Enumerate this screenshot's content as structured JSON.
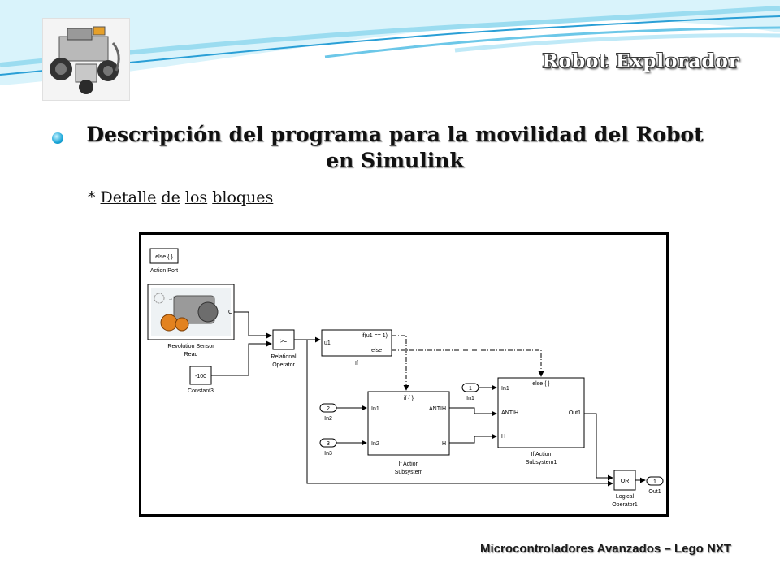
{
  "header": {
    "brand_title": "Robot Explorador"
  },
  "slide": {
    "heading_line1": "Descripción del programa para la movilidad del Robot",
    "heading_line2": "en Simulink",
    "sub_prefix": "* ",
    "sub_words": [
      "Detalle",
      "de",
      "los",
      "bloques"
    ]
  },
  "diagram": {
    "action_port": {
      "block": "else { }",
      "caption": "Action Port"
    },
    "rev_sensor": {
      "port": "C",
      "caption1": "Revolution Sensor",
      "caption2": "Read"
    },
    "constant": {
      "value": "-100",
      "caption": "Constant3"
    },
    "relational": {
      "op": ">=",
      "caption1": "Relational",
      "caption2": "Operator"
    },
    "if_block": {
      "in": "u1",
      "cond": "if(u1 == 1)",
      "else": "else",
      "caption": "If"
    },
    "if_action": {
      "title": "if { }",
      "in1": "In1",
      "in2": "In2",
      "out_antih": "ANTIH",
      "out_h": "H",
      "caption1": "If Action",
      "caption2": "Subsystem"
    },
    "if_action1": {
      "title": "else { }",
      "in1": "In1",
      "antih": "ANTIH",
      "h": "H",
      "out1": "Out1",
      "caption1": "If Action",
      "caption2": "Subsystem1"
    },
    "inport_in2": {
      "num": "2",
      "caption": "In2"
    },
    "inport_in3": {
      "num": "3",
      "caption": "In3"
    },
    "inport_in1": {
      "num": "1",
      "caption": "In1"
    },
    "logical": {
      "op": "OR",
      "caption1": "Logical",
      "caption2": "Operator1"
    },
    "outport": {
      "num": "1",
      "caption": "Out1"
    }
  },
  "footer": {
    "text": "Microcontroladores Avanzados – Lego NXT"
  },
  "colors": {
    "swoosh_blue": "#2a9fd6",
    "swoosh_light": "#bfe9f7",
    "bullet": "#1aa6d8"
  }
}
